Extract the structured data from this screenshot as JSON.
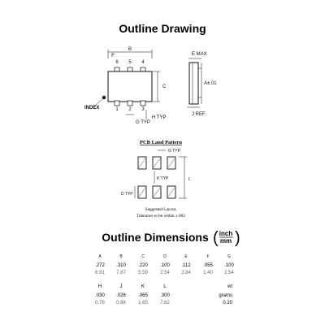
{
  "title": "Outline Drawing",
  "outline": {
    "top_dim_label": "B",
    "left_label": "F",
    "pin_top": [
      "6",
      "5",
      "4"
    ],
    "pin_bottom": [
      "1",
      "2",
      "3"
    ],
    "right_dim_label": "C",
    "index_label": "INDEX",
    "g_label": "G  TYP",
    "h_label": "H  TYP",
    "side_e_label": "E  MAX",
    "side_a_label": "A±.01",
    "side_j_label": "J  REF."
  },
  "pcb": {
    "title": "PCB Land Pattern",
    "g_typ": "G  TYP",
    "k_typ": "K  TYP",
    "d_typ": "D  TYP",
    "l_label": "L",
    "note1": "Suggested Layout,",
    "note2": "Tolerance to be within ±.002"
  },
  "dimensions": {
    "title": "Outline Dimensions",
    "unit_top": "inch",
    "unit_bottom": "mm",
    "row1": {
      "headers": [
        "A",
        "B",
        "C",
        "D",
        "E",
        "F",
        "G"
      ],
      "inch": [
        ".272",
        ".310",
        ".220",
        ".100",
        ".112",
        ".055",
        ".100"
      ],
      "mm": [
        "6.91",
        "7.87",
        "5.59",
        "2.54",
        "2.84",
        "1.40",
        "2.54"
      ]
    },
    "row2": {
      "headers": [
        "H",
        "J",
        "K",
        "L"
      ],
      "inch": [
        ".030",
        ".026",
        ".065",
        ".300"
      ],
      "mm": [
        "0.76",
        "0.66",
        "1.65",
        "7.62"
      ],
      "wt_header": "wt",
      "wt_unit": "grams",
      "wt_value": "0.20"
    }
  }
}
